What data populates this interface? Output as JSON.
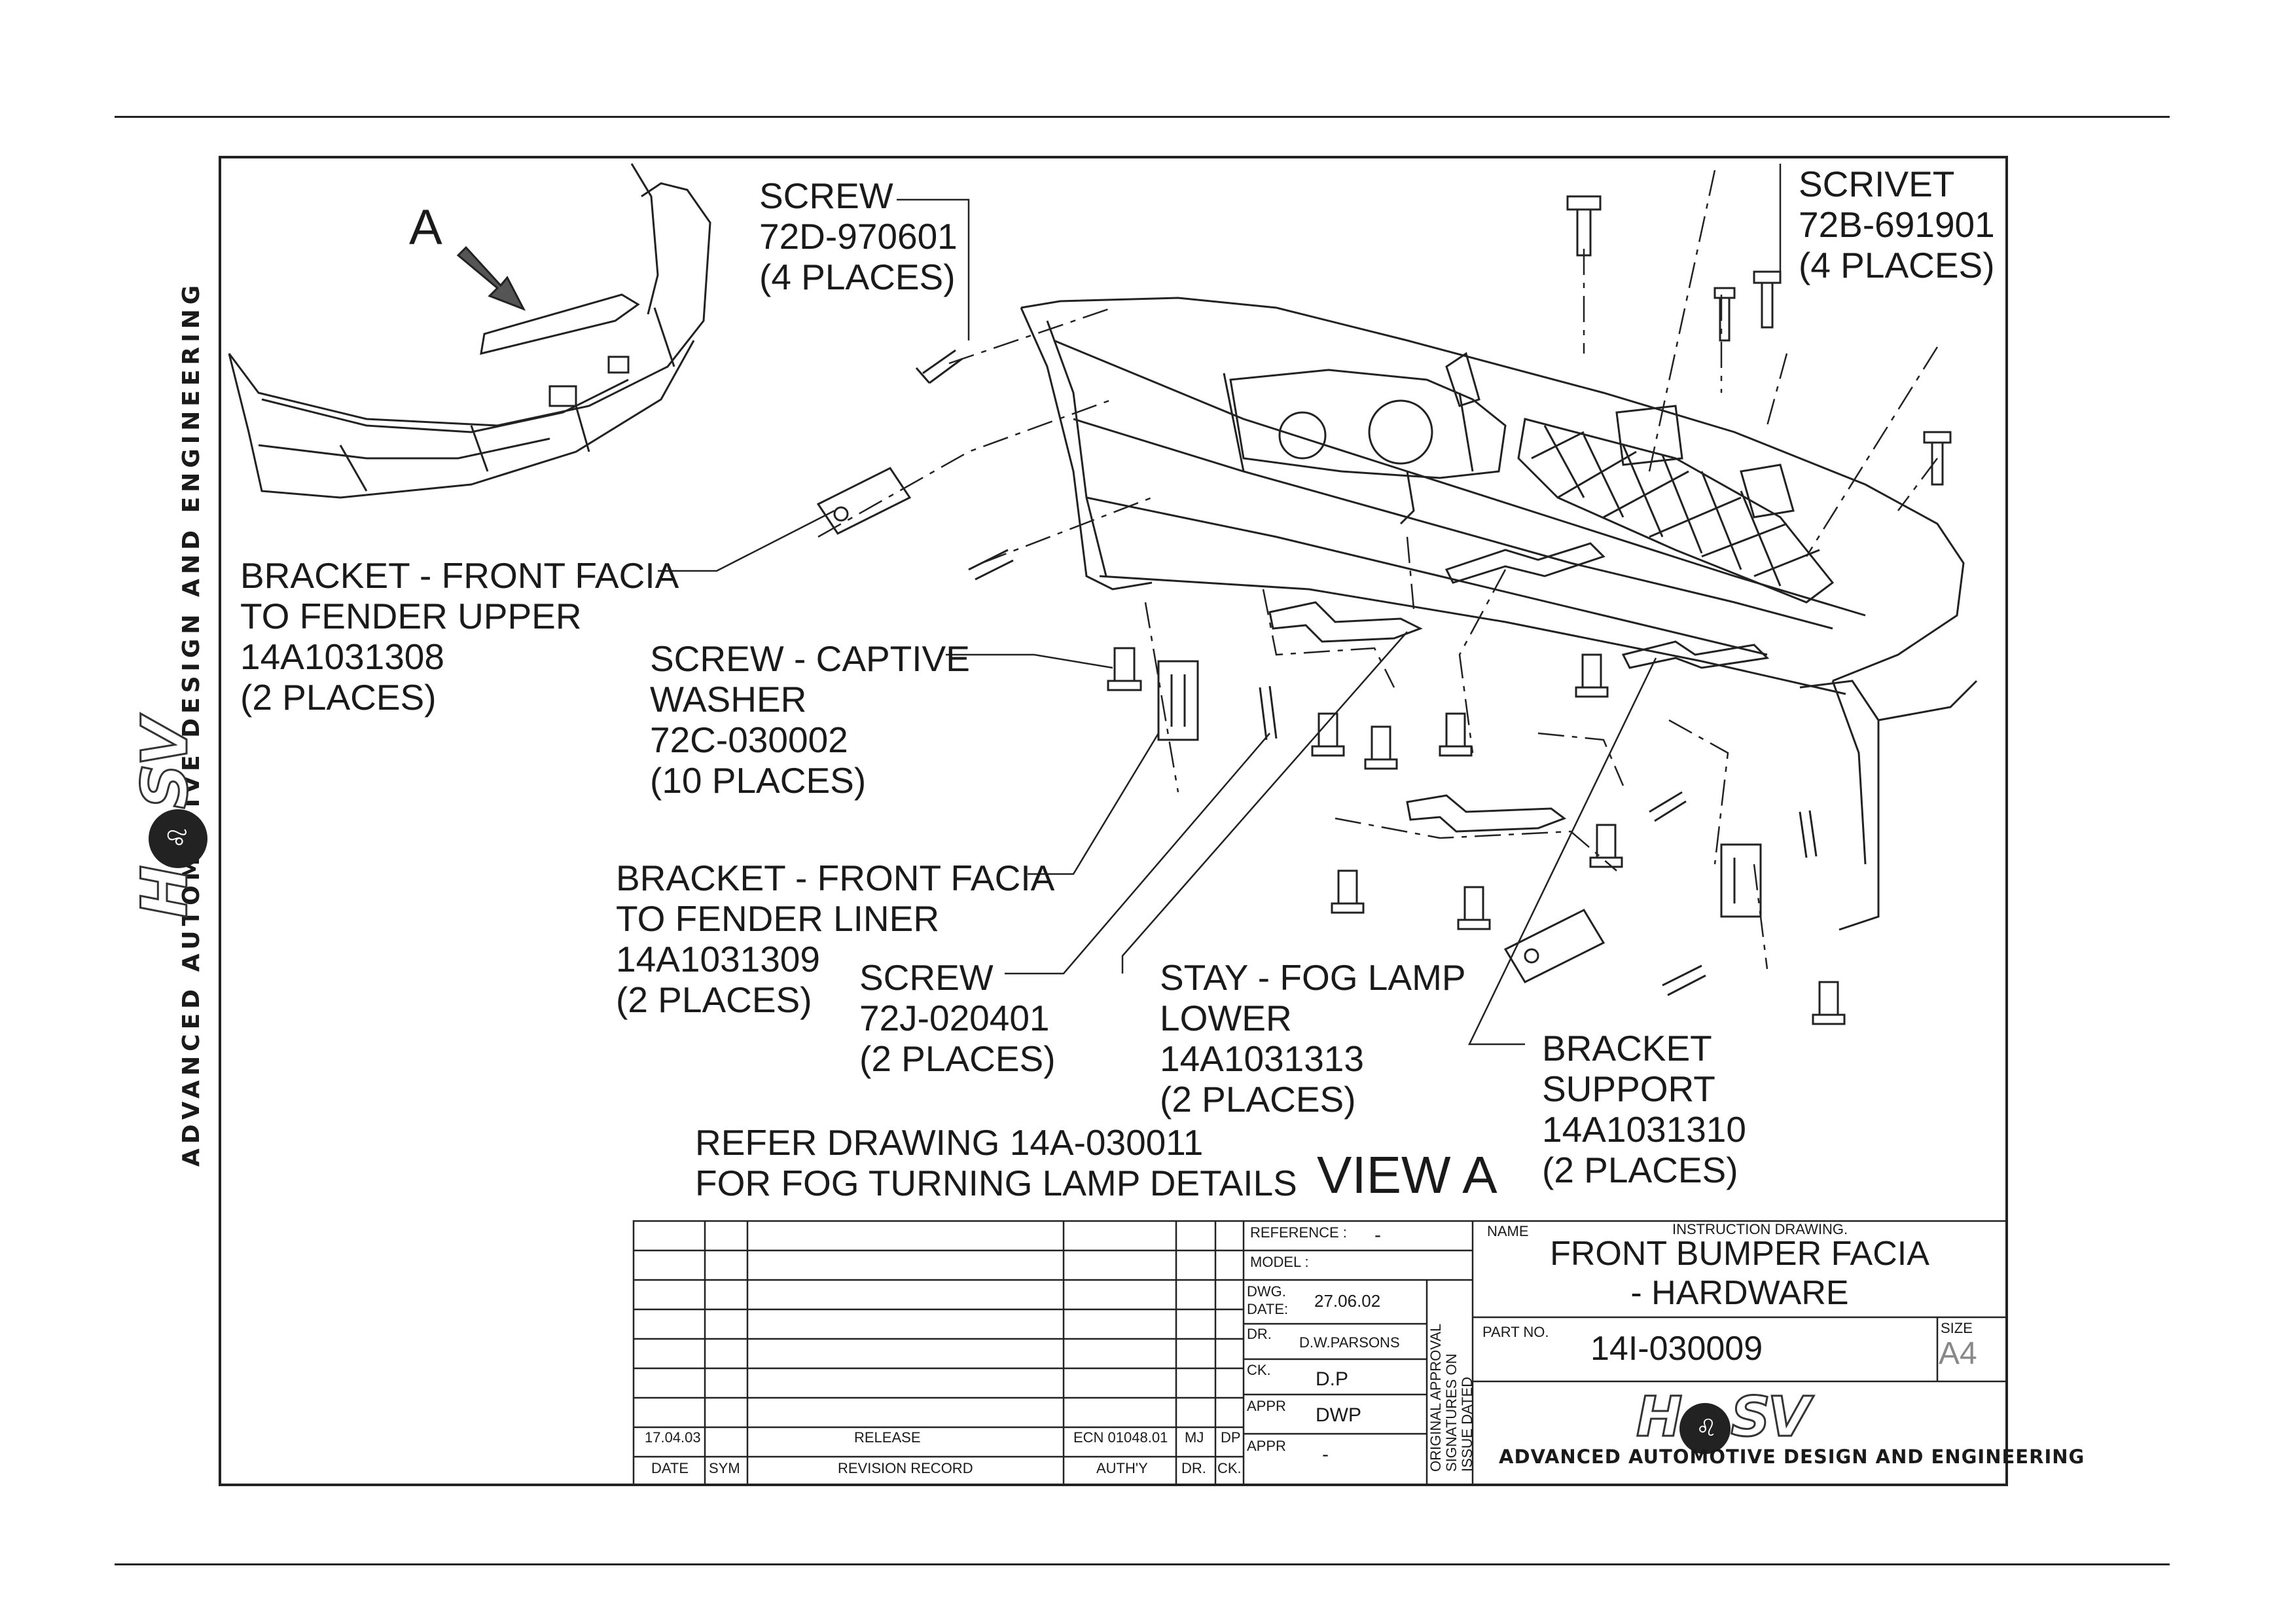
{
  "callouts": {
    "screw_top": [
      "SCREW",
      "72D-970601",
      "(4 PLACES)"
    ],
    "scrivet": [
      "SCRIVET",
      "72B-691901",
      "(4 PLACES)"
    ],
    "view_marker": "A",
    "bracket_upper": [
      "BRACKET - FRONT FACIA",
      "TO FENDER UPPER",
      "14A1031308",
      "(2 PLACES)"
    ],
    "screw_captive": [
      "SCREW - CAPTIVE",
      "WASHER",
      "72C-030002",
      "(10 PLACES)"
    ],
    "bracket_liner": [
      "BRACKET - FRONT FACIA",
      "TO FENDER LINER",
      "14A1031309",
      "(2 PLACES)"
    ],
    "screw_lower": [
      "SCREW",
      "72J-020401",
      "(2 PLACES)"
    ],
    "stay_fog": [
      "STAY - FOG LAMP",
      "LOWER",
      "14A1031313",
      "(2 PLACES)"
    ],
    "bracket_support": [
      "BRACKET",
      "SUPPORT",
      "14A1031310",
      "(2 PLACES)"
    ],
    "refer_note": [
      "REFER DRAWING 14A-030011",
      "FOR FOG TURNING LAMP DETAILS"
    ],
    "view_label": "VIEW A"
  },
  "side_text": "ADVANCED AUTOMOTIVE DESIGN AND ENGINEERING",
  "logo": {
    "left": "H",
    "right": "SV"
  },
  "revision": {
    "row": {
      "date": "17.04.03",
      "sym": "",
      "record": "RELEASE",
      "authy": "ECN 01048.01",
      "dr": "MJ",
      "ck": "DP"
    },
    "headers": {
      "date": "DATE",
      "sym": "SYM",
      "record": "REVISION RECORD",
      "authy": "AUTH'Y",
      "dr": "DR.",
      "ck": "CK."
    }
  },
  "title_block": {
    "reference_label": "REFERENCE :",
    "reference_value": "-",
    "model_label": "MODEL :",
    "dwg_date_label_1": "DWG.",
    "dwg_date_label_2": "DATE:",
    "dwg_date_value": "27.06.02",
    "dr_label": "DR.",
    "dr_value": "D.W.PARSONS",
    "ck_label": "CK.",
    "ck_value": "D.P",
    "appr1_label": "APPR",
    "appr1_value": "DWP",
    "appr2_label": "APPR",
    "appr2_value": "-",
    "approval_lines": [
      "ORIGINAL APPROVAL",
      "SIGNATURES ON",
      "ISSUE DATED"
    ],
    "name_label": "NAME",
    "instruction": "INSTRUCTION DRAWING.",
    "title_lines": [
      "FRONT BUMPER FACIA",
      "- HARDWARE"
    ],
    "part_label": "PART NO.",
    "part_number": "14I-030009",
    "size_label": "SIZE",
    "size_value": "A4",
    "footer": "ADVANCED AUTOMOTIVE DESIGN AND ENGINEERING"
  }
}
